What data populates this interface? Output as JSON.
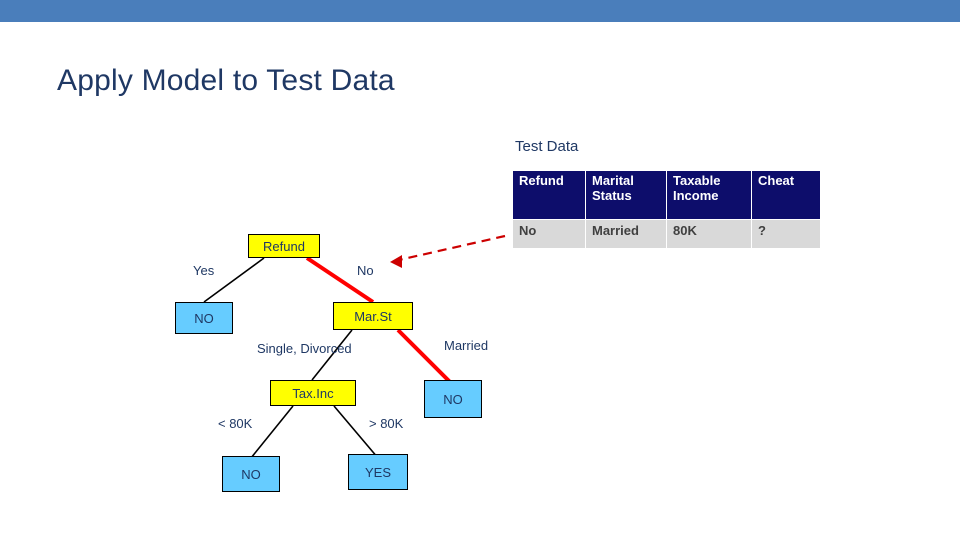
{
  "slide": {
    "title": "Apply Model to Test Data",
    "band_color": "#4a7ebb",
    "title_color": "#1f3864"
  },
  "test_data": {
    "caption": "Test Data",
    "columns": [
      "Refund",
      "Marital Status",
      "Taxable Income",
      "Cheat"
    ],
    "rows": [
      [
        "No",
        "Married",
        "80K",
        "?"
      ]
    ],
    "header_bg": "#0d0d6b",
    "row_bg": "#d9d9d9"
  },
  "tree": {
    "nodes": [
      {
        "id": "refund",
        "label": "Refund",
        "style": "yellow"
      },
      {
        "id": "no-left",
        "label": "NO",
        "style": "cyan"
      },
      {
        "id": "marst",
        "label": "Mar.St",
        "style": "yellow"
      },
      {
        "id": "taxinc",
        "label": "Tax.Inc",
        "style": "yellow"
      },
      {
        "id": "no-right",
        "label": "NO",
        "style": "cyan"
      },
      {
        "id": "no-bottom",
        "label": "NO",
        "style": "cyan"
      },
      {
        "id": "yes-bottom",
        "label": "YES",
        "style": "cyan"
      }
    ],
    "edge_labels": [
      {
        "id": "yes",
        "label": "Yes"
      },
      {
        "id": "no",
        "label": "No"
      },
      {
        "id": "single-divorced",
        "label": "Single, Divorced"
      },
      {
        "id": "married",
        "label": "Married"
      },
      {
        "id": "lt80k",
        "label": "< 80K"
      },
      {
        "id": "gt80k",
        "label": "> 80K"
      }
    ],
    "highlight_color": "#ff0000"
  }
}
